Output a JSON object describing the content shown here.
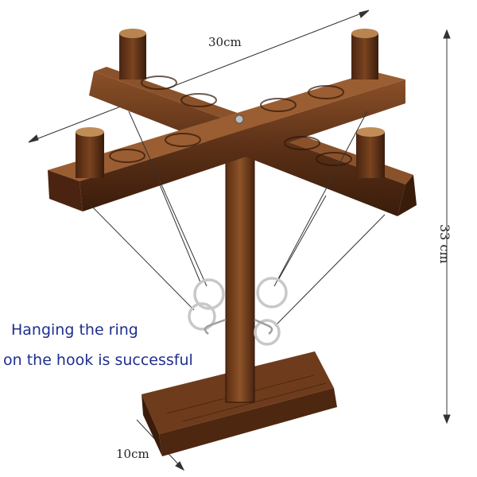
{
  "dimensions": {
    "width": "30cm",
    "height": "33 cm",
    "depth": "10cm"
  },
  "caption": {
    "line1": "Hanging the ring",
    "line2": "on the hook is successful"
  },
  "colors": {
    "wood_dark": "#3b1f0e",
    "wood_mid": "#6b3b1c",
    "wood_light": "#a7693a",
    "metal": "#c8c8c8",
    "caption_text": "#1e2f8f"
  }
}
